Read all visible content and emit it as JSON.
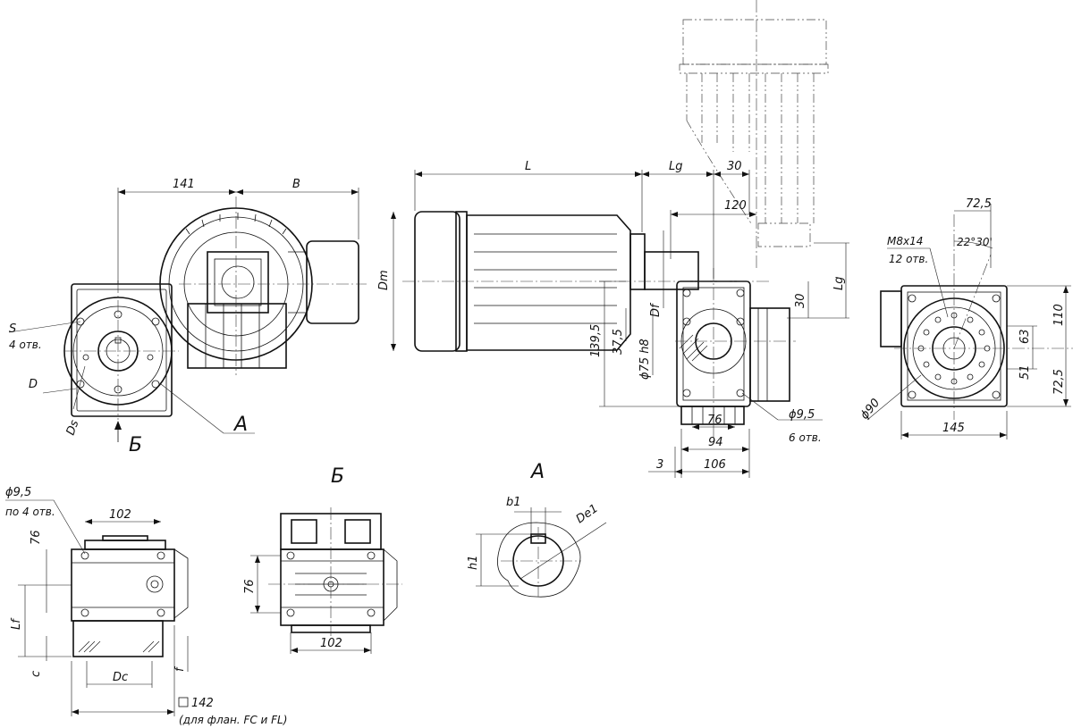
{
  "labels": {
    "dim_141": "141",
    "dim_B": "B",
    "label_S": "S",
    "label_4holes_S": "4 отв.",
    "label_D": "D",
    "label_Ds": "Ds",
    "view_arrow_B": "Б",
    "view_arrow_A": "A",
    "dim_L": "L",
    "dim_Lg_top": "Lg",
    "dim_30_top": "30",
    "dim_120": "120",
    "dim_Dm": "Dm",
    "dim_Df": "Df",
    "dim_30_side": "30",
    "dim_Lg_side": "Lg",
    "dim_139_5": "139,5",
    "dim_37_5": "37,5",
    "dim_phi75h8": "ϕ75 h8",
    "dim_76_mid": "76",
    "dim_94": "94",
    "dim_106": "106",
    "dim_3": "3",
    "dim_phi9_5_mid": "ϕ9,5",
    "label_6holes": "6 отв.",
    "dim_72_5_top": "72,5",
    "label_M8x14": "M8x14",
    "label_12holes": "12 отв.",
    "dim_angle": "22°30'",
    "dim_110": "110",
    "dim_63": "63",
    "dim_51": "51",
    "dim_72_5_side": "72,5",
    "dim_phi90": "ϕ90",
    "dim_145": "145",
    "section_B_title": "Б",
    "section_A_title": "A",
    "dim_phi9_5_left": "ϕ9,5",
    "label_4holes_left": "по 4 отв.",
    "dim_102_left": "102",
    "dim_76_left": "76",
    "dim_Lf": "Lf",
    "dim_c": "c",
    "dim_Dc": "Dc",
    "dim_f": "f",
    "dim_square142": "142",
    "note_flanges": "(для флан. FC и FL)",
    "dim_76_B": "76",
    "dim_102_B": "102",
    "dim_b1": "b1",
    "dim_De1": "De1",
    "dim_h1": "h1"
  }
}
